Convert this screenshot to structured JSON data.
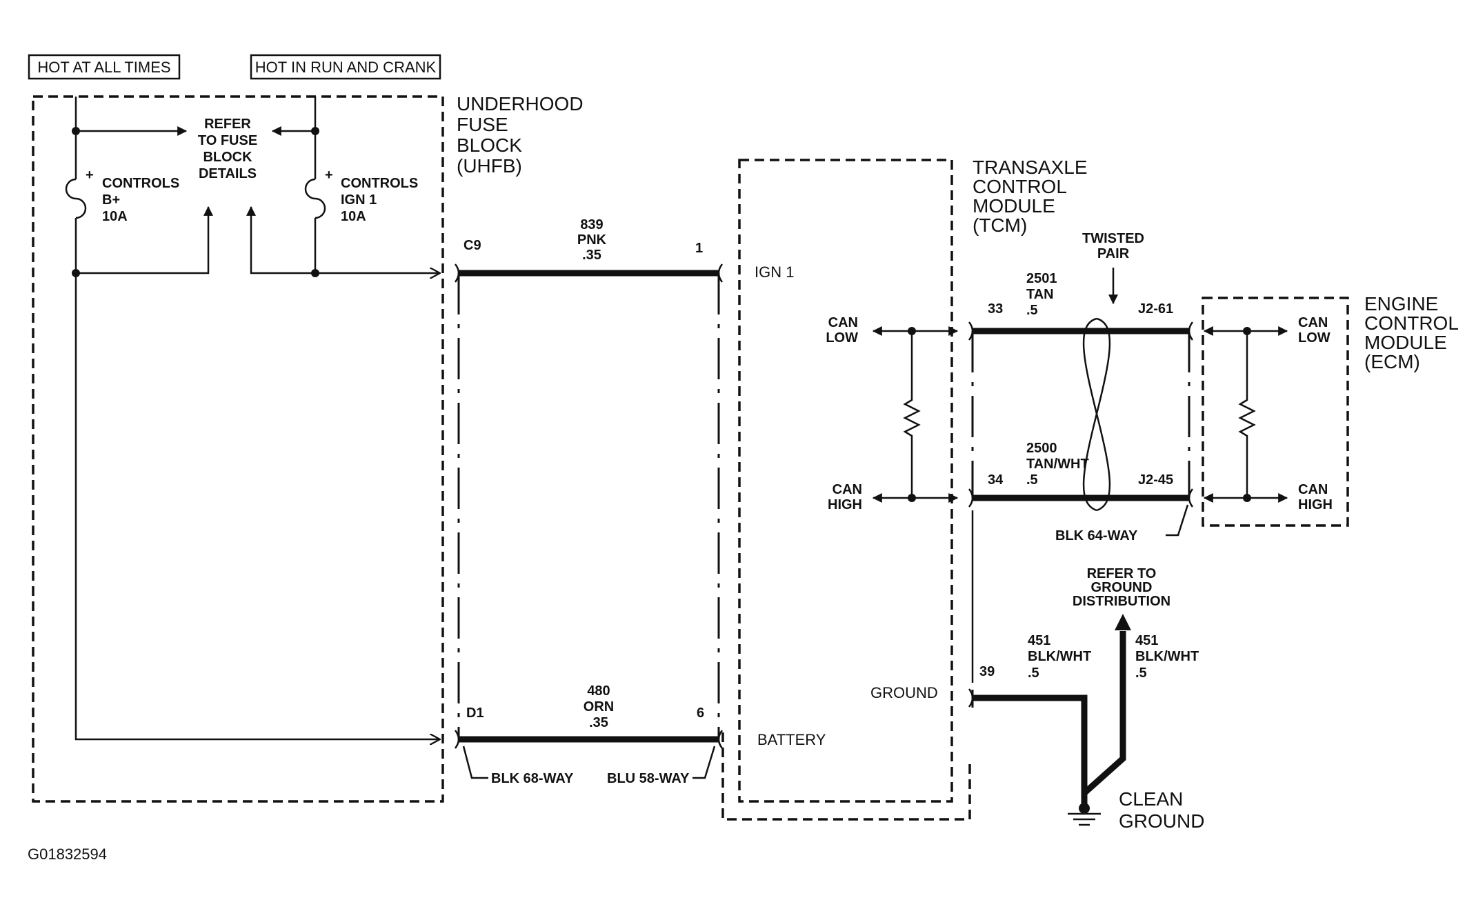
{
  "power_sources": {
    "hot_at_all_times": "HOT AT ALL TIMES",
    "hot_in_run_and_crank": "HOT IN RUN AND CRANK"
  },
  "uhfb": {
    "title_line1": "UNDERHOOD",
    "title_line2": "FUSE",
    "title_line3": "BLOCK",
    "title_line4": "(UHFB)",
    "refer_line1": "REFER",
    "refer_line2": "TO FUSE",
    "refer_line3": "BLOCK",
    "refer_line4": "DETAILS",
    "fuse_b_line1": "CONTROLS",
    "fuse_b_line2": "B+",
    "fuse_b_line3": "10A",
    "fuse_ign_line1": "CONTROLS",
    "fuse_ign_line2": "IGN 1",
    "fuse_ign_line3": "10A",
    "plus_sign": "+"
  },
  "wires": {
    "w839_circuit": "839",
    "w839_color": "PNK",
    "w839_gauge": ".35",
    "w839_from_pin": "C9",
    "w839_to_pin": "1",
    "w480_circuit": "480",
    "w480_color": "ORN",
    "w480_gauge": ".35",
    "w480_from_pin": "D1",
    "w480_to_pin": "6",
    "w2501_circuit": "2501",
    "w2501_color": "TAN",
    "w2501_gauge": ".5",
    "w2501_from_pin": "33",
    "w2501_to_pin": "J2-61",
    "w2500_circuit": "2500",
    "w2500_color": "TAN/WHT",
    "w2500_gauge": ".5",
    "w2500_from_pin": "34",
    "w2500_to_pin": "J2-45",
    "w451_circuit": "451",
    "w451_color": "BLK/WHT",
    "w451_gauge": ".5",
    "w451_pin": "39",
    "w451b_circuit": "451",
    "w451b_color": "BLK/WHT",
    "w451b_gauge": ".5"
  },
  "connectors": {
    "blk68": "BLK 68-WAY",
    "blu58": "BLU 58-WAY",
    "blk64": "BLK 64-WAY"
  },
  "tcm": {
    "title_line1": "TRANSAXLE",
    "title_line2": "CONTROL",
    "title_line3": "MODULE",
    "title_line4": "(TCM)",
    "ign1": "IGN 1",
    "battery": "BATTERY",
    "ground": "GROUND",
    "can_low_line1": "CAN",
    "can_low_line2": "LOW",
    "can_high_line1": "CAN",
    "can_high_line2": "HIGH"
  },
  "ecm": {
    "title_line1": "ENGINE",
    "title_line2": "CONTROL",
    "title_line3": "MODULE",
    "title_line4": "(ECM)",
    "can_low_line1": "CAN",
    "can_low_line2": "LOW",
    "can_high_line1": "CAN",
    "can_high_line2": "HIGH"
  },
  "twisted_pair": {
    "line1": "TWISTED",
    "line2": "PAIR"
  },
  "ground_ref": {
    "line1": "REFER TO",
    "line2": "GROUND",
    "line3": "DISTRIBUTION"
  },
  "clean_ground": {
    "line1": "CLEAN",
    "line2": "GROUND"
  },
  "figure_id": "G01832594"
}
